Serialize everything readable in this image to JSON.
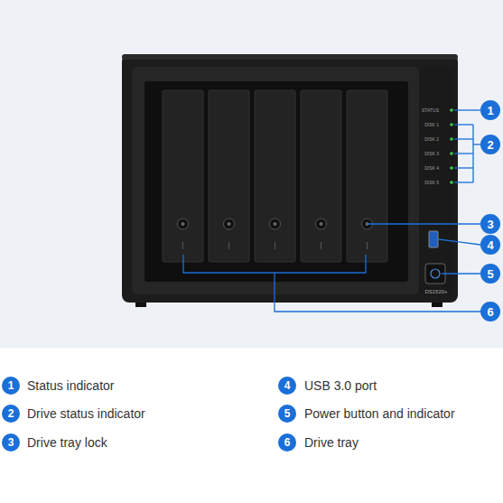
{
  "diagram": {
    "labels": [
      "STATUS",
      "DISK 1",
      "DISK 2",
      "DISK 3",
      "DISK 4",
      "DISK 5",
      "DS1520+",
      "1",
      "2",
      "3",
      "4",
      "5",
      "6",
      "1",
      "Status indicator",
      "4",
      "USB 3.0 port",
      "2",
      "Drive status indicator",
      "5",
      "Power button and indicator",
      "3",
      "Drive tray lock",
      "6",
      "Drive tray"
    ]
  }
}
